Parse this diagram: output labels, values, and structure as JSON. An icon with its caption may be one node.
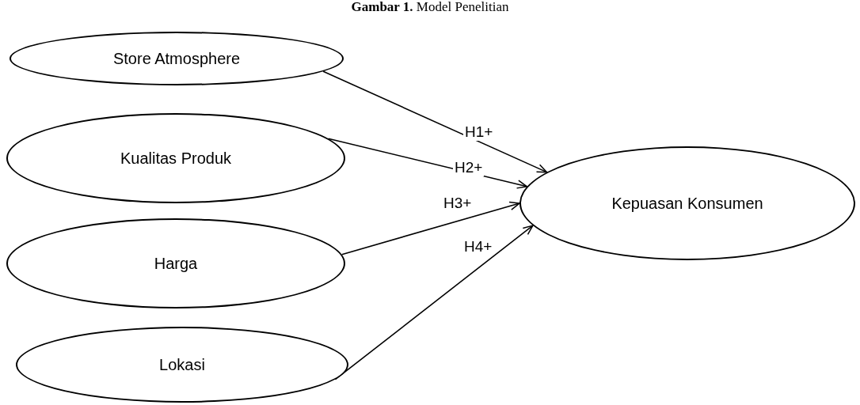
{
  "diagram": {
    "title": "**Gambar 1.** Model Penelitian",
    "nodes": [
      {
        "text": [
          "Store Atmosphere"
        ]
      },
      {
        "text": [
          "Kualitas Produk"
        ]
      },
      {
        "text": [
          "Harga"
        ]
      },
      {
        "text": [
          "Lokasi"
        ]
      },
      {
        "text": [
          "Kepuasan Konsumen"
        ]
      }
    ],
    "edges": [
      {
        "from": 0,
        "to": 4,
        "arrow": "to",
        "label": "H1+"
      },
      {
        "from": 1,
        "to": 4,
        "arrow": "to",
        "label": "H2+"
      },
      {
        "from": 2,
        "to": 4,
        "arrow": "to",
        "label": "H3+"
      },
      {
        "from": 3,
        "to": 4,
        "arrow": "to",
        "label": "H4+"
      }
    ]
  }
}
